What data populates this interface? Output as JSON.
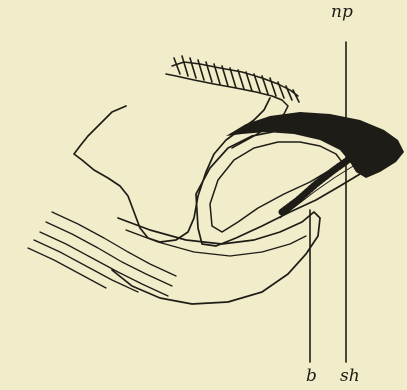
{
  "labels": {
    "np": "np",
    "b": "b",
    "sh": "sh"
  },
  "colors": {
    "paper": "#f1ecca",
    "ink": "#1e1c16"
  }
}
